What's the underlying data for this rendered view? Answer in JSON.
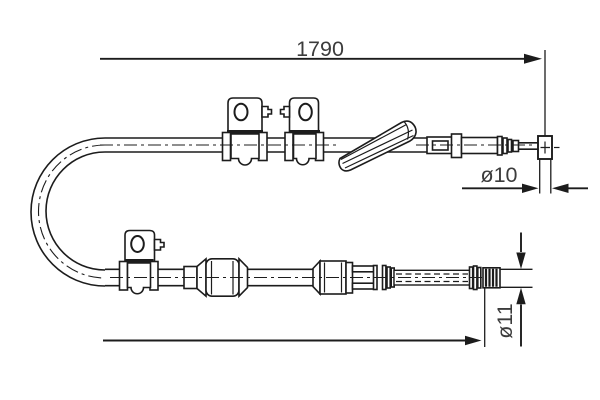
{
  "page": {
    "background": "#ffffff"
  },
  "drawing": {
    "labels": {
      "overall_length": "1790",
      "upper_diameter": "ø10",
      "lower_diameter": "ø11"
    },
    "colors": {
      "line": "#1c1c1c",
      "text": "#3c3c3c",
      "background": "#ffffff"
    }
  }
}
